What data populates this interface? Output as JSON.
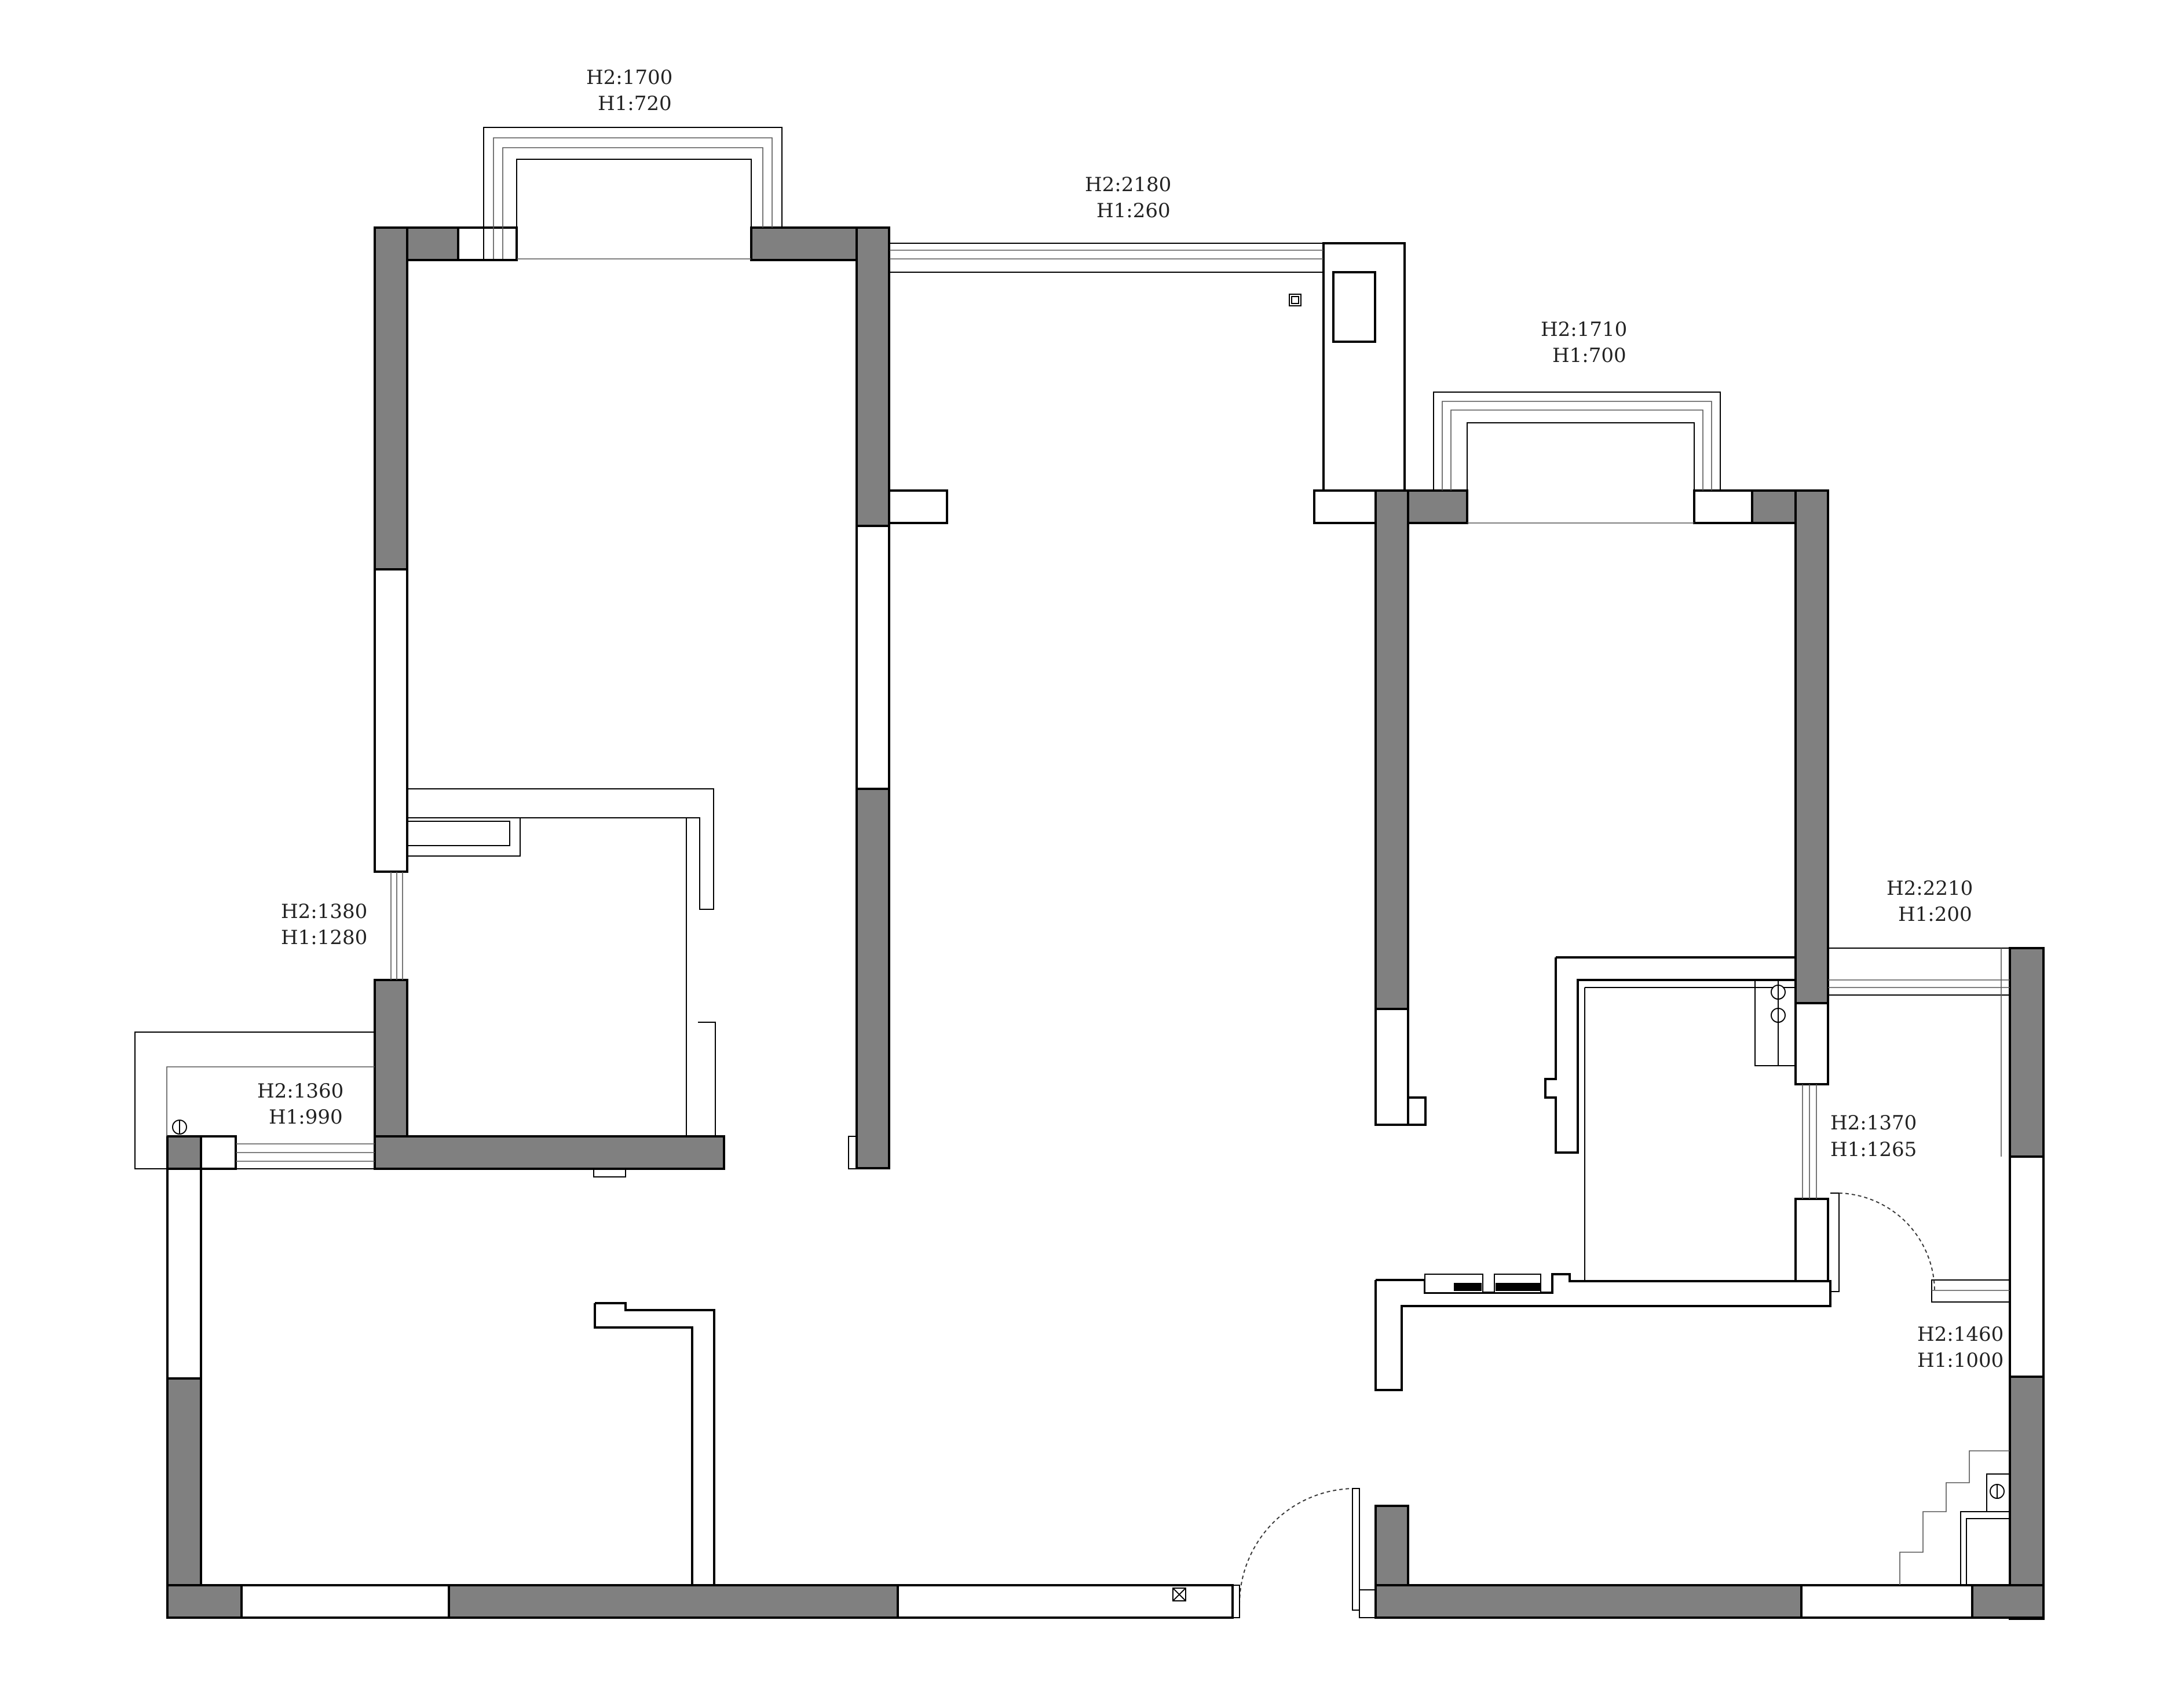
{
  "window_labels": [
    {
      "id": "north-left",
      "h2": "H2:1700",
      "h1": "H1:720"
    },
    {
      "id": "north-mid",
      "h2": "H2:2180",
      "h1": "H1:260"
    },
    {
      "id": "north-right",
      "h2": "H2:1710",
      "h1": "H1:700"
    },
    {
      "id": "west-upper",
      "h2": "H2:1380",
      "h1": "H1:1280"
    },
    {
      "id": "west-lower",
      "h2": "H2:1360",
      "h1": "H1:990"
    },
    {
      "id": "east-upper",
      "h2": "H2:2210",
      "h1": "H1:200"
    },
    {
      "id": "east-mid",
      "h2": "H2:1370",
      "h1": "H1:1265"
    },
    {
      "id": "east-lower",
      "h2": "H2:1460",
      "h1": "H1:1000"
    }
  ],
  "colors": {
    "wall": "#808080",
    "line": "#000000",
    "background": "#ffffff"
  }
}
